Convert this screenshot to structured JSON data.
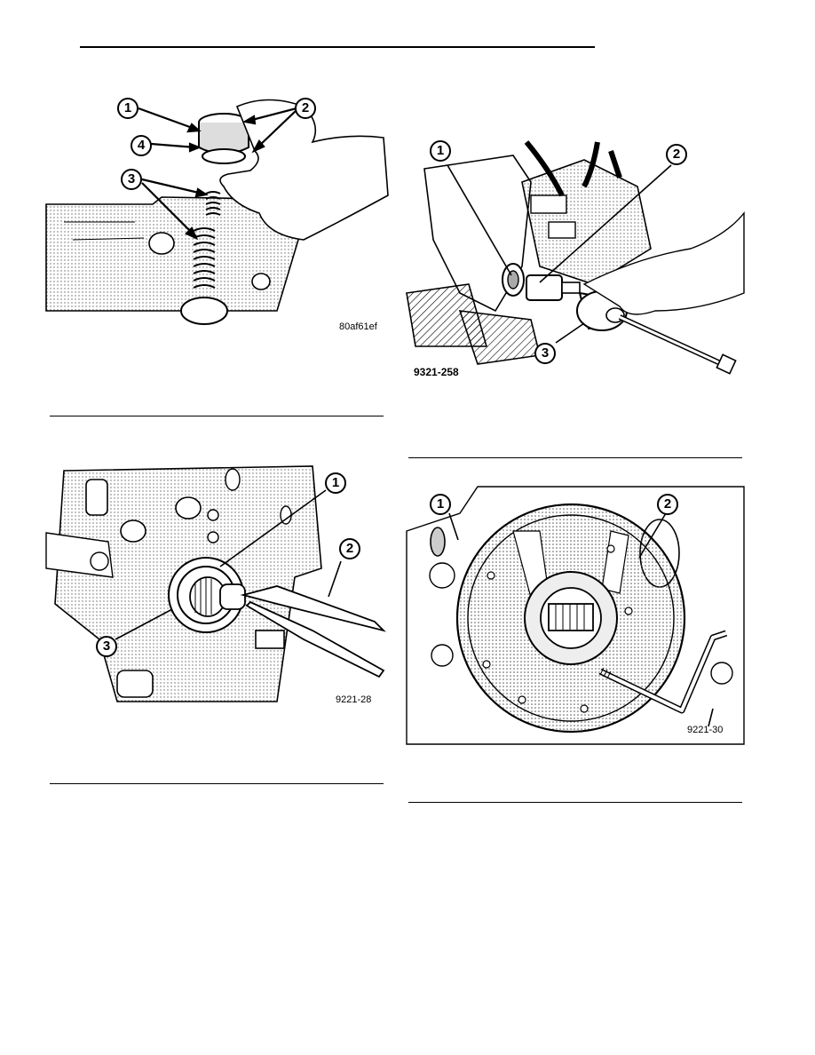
{
  "figures": [
    {
      "id": "80af61ef",
      "callouts": [
        "1",
        "2",
        "3",
        "4"
      ]
    },
    {
      "id": "9321-258",
      "callouts": [
        "1",
        "2",
        "3"
      ]
    },
    {
      "id": "9221-28",
      "callouts": [
        "1",
        "2",
        "3"
      ]
    },
    {
      "id": "9221-30",
      "callouts": [
        "1",
        "2"
      ]
    }
  ]
}
